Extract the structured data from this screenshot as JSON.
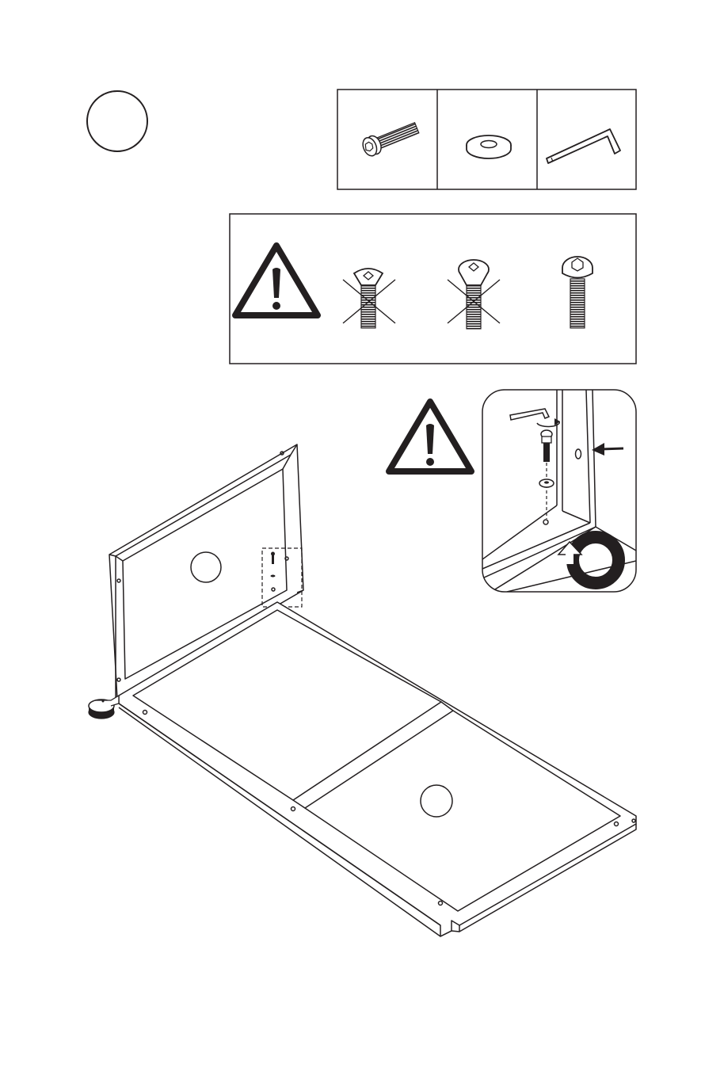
{
  "step": {
    "number": "",
    "icon": "step-number-circle-icon"
  },
  "parts_panel": {
    "items": [
      {
        "name": "hex-socket-bolt",
        "icon": "hex-bolt-icon",
        "quantity": ""
      },
      {
        "name": "flat-washer",
        "icon": "washer-icon",
        "quantity": ""
      },
      {
        "name": "allen-key",
        "icon": "allen-key-icon",
        "quantity": ""
      }
    ]
  },
  "bolt_selection_panel": {
    "warning_icon": "warning-triangle-icon",
    "options": [
      {
        "icon": "countersunk-bolt-icon",
        "correct": false
      },
      {
        "icon": "raised-countersunk-bolt-icon",
        "correct": false
      },
      {
        "icon": "button-head-bolt-icon",
        "correct": true
      }
    ]
  },
  "detail_callout": {
    "warning_icon": "warning-triangle-icon",
    "icons": [
      "allen-key-icon",
      "rotate-clockwise-icon",
      "bolt-icon",
      "washer-icon",
      "arrow-left-icon",
      "rotation-arrow-icon"
    ]
  },
  "assembly": {
    "part_labels": [
      "",
      ""
    ],
    "icons": [
      "headboard-frame",
      "bed-base-frame",
      "leveling-foot-icon",
      "detail-marker-box"
    ]
  },
  "colors": {
    "ink": "#231f20",
    "paper": "#ffffff"
  }
}
